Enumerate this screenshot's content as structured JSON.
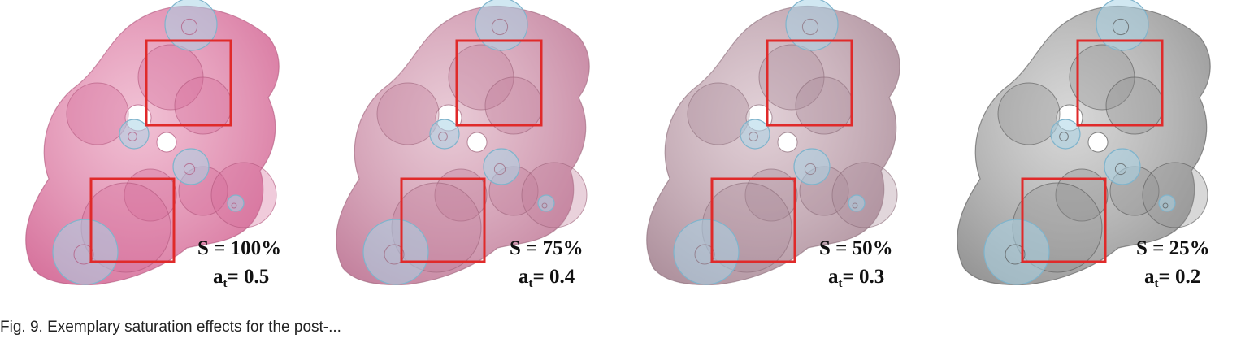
{
  "panels": [
    {
      "s_label": "S = 100%",
      "a_prefix": "a",
      "a_sub": "t",
      "a_value": "= 0.5",
      "fill": "#e58fb2",
      "tint": "#d46b97",
      "stroke": "#b0557c"
    },
    {
      "s_label": "S = 75%",
      "a_prefix": "a",
      "a_sub": "t",
      "a_value": "= 0.4",
      "fill": "#d6a0b5",
      "tint": "#c07a98",
      "stroke": "#9c6379"
    },
    {
      "s_label": "S = 50%",
      "a_prefix": "a",
      "a_sub": "t",
      "a_value": "= 0.3",
      "fill": "#c9aab6",
      "tint": "#a98a97",
      "stroke": "#8a6b78"
    },
    {
      "s_label": "S = 25%",
      "a_prefix": "a",
      "a_sub": "t",
      "a_value": "= 0.2",
      "fill": "#b8b8b8",
      "tint": "#8f8f8f",
      "stroke": "#555555"
    }
  ],
  "colors": {
    "highlight_box": "#e02a2a",
    "sphere": "#a9d3e6",
    "sphere_stroke": "#7fb4cc"
  },
  "caption": {
    "text": "Fig. 9.  Exemplary saturation effects for the post-..."
  }
}
